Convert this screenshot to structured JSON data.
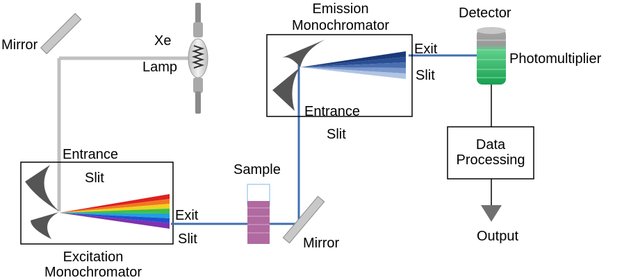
{
  "labels": {
    "mirror_top": "Mirror",
    "lamp_xe": "Xe",
    "lamp_lamp": "Lamp",
    "emission_title_1": "Emission",
    "emission_title_2": "Monochromator",
    "detector": "Detector",
    "photomultiplier": "Photomultiplier",
    "em_exit": "Exit",
    "em_exit_slit": "Slit",
    "em_entrance": "Entrance",
    "em_entrance_slit": "Slit",
    "ex_entrance": "Entrance",
    "ex_entrance_slit": "Slit",
    "sample": "Sample",
    "ex_exit": "Exit",
    "ex_exit_slit": "Slit",
    "mirror_bottom": "Mirror",
    "data_processing_1": "Data",
    "data_processing_2": "Processing",
    "output": "Output",
    "excitation_title_1": "Excitation",
    "excitation_title_2": "Monochromator"
  },
  "colors": {
    "lamp_beam": "#c0c0c0",
    "beam_blue": "#3f6fb2",
    "mirror": "#c8c8c8",
    "grating": "#555555",
    "pmt_green": "#2fbf6a",
    "arrow": "#707070"
  }
}
